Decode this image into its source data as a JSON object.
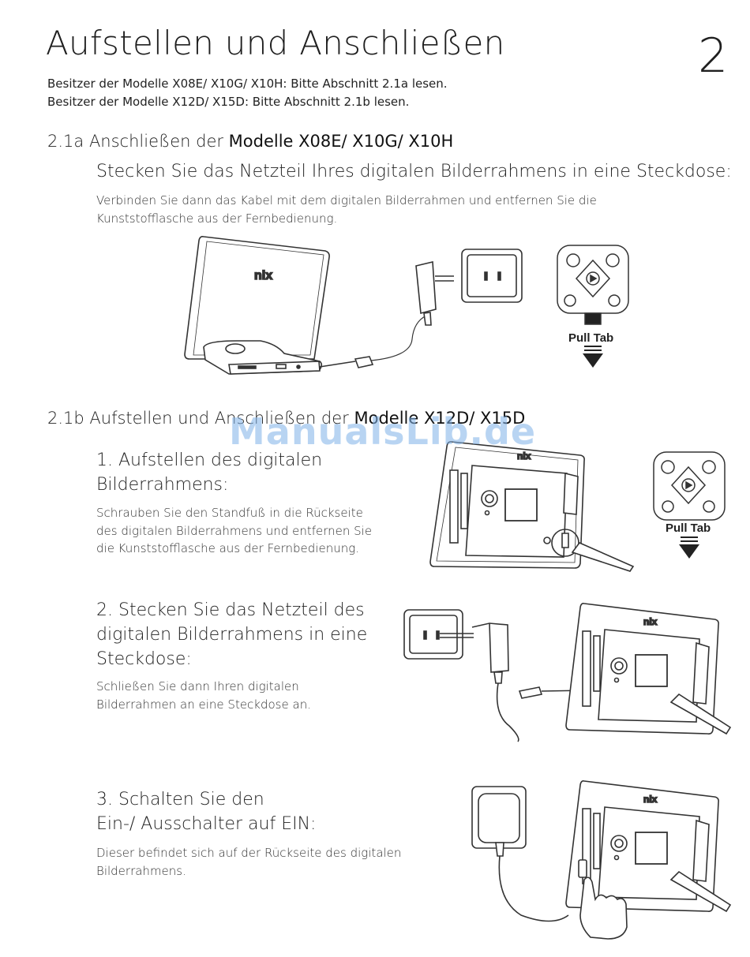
{
  "page": {
    "title": "Aufstellen und Anschließen",
    "number": "2",
    "intro": [
      "Besitzer der Modelle X08E/ X10G/ X10H: Bitte Abschnitt 2.1a lesen.",
      "Besitzer der Modelle X12D/ X15D: Bitte Abschnitt 2.1b lesen."
    ]
  },
  "section_a": {
    "heading_prefix": "2.1a Anschließen der ",
    "heading_models": "Modelle X08E/ X10G/ X10H",
    "lead": "Stecken Sie das Netzteil Ihres digitalen Bilderrahmens in eine Steckdose:",
    "body": [
      "Verbinden Sie dann das Kabel mit dem digitalen Bilderrahmen und entfernen Sie die",
      "Kunststofflasche aus der Fernbedienung."
    ],
    "pull_tab": "Pull Tab",
    "brand": "nix"
  },
  "section_b": {
    "heading_prefix": "2.1b Aufstellen und Anschließen der ",
    "heading_models": "Modelle X12D/ X15D",
    "steps": [
      {
        "title": [
          "1. Aufstellen des digitalen",
          "Bilderrahmens:"
        ],
        "body": [
          "Schrauben Sie den Standfuß in die Rückseite",
          "des digitalen Bilderrahmens und entfernen Sie",
          "die Kunststofflasche aus der Fernbedienung."
        ]
      },
      {
        "title": [
          "2. Stecken Sie das Netzteil des",
          "digitalen Bilderrahmens in eine",
          "Steckdose:"
        ],
        "body": [
          "Schließen Sie dann Ihren digitalen",
          "Bilderrahmen an eine Steckdose an."
        ]
      },
      {
        "title": [
          "3. Schalten Sie den",
          "Ein-/ Ausschalter auf EIN:"
        ],
        "body": [
          "Dieser befindet sich auf der Rückseite des digitalen",
          "Bilderrahmens."
        ]
      }
    ],
    "pull_tab": "Pull Tab",
    "brand": "nix"
  },
  "watermark": "ManualsLib.de"
}
